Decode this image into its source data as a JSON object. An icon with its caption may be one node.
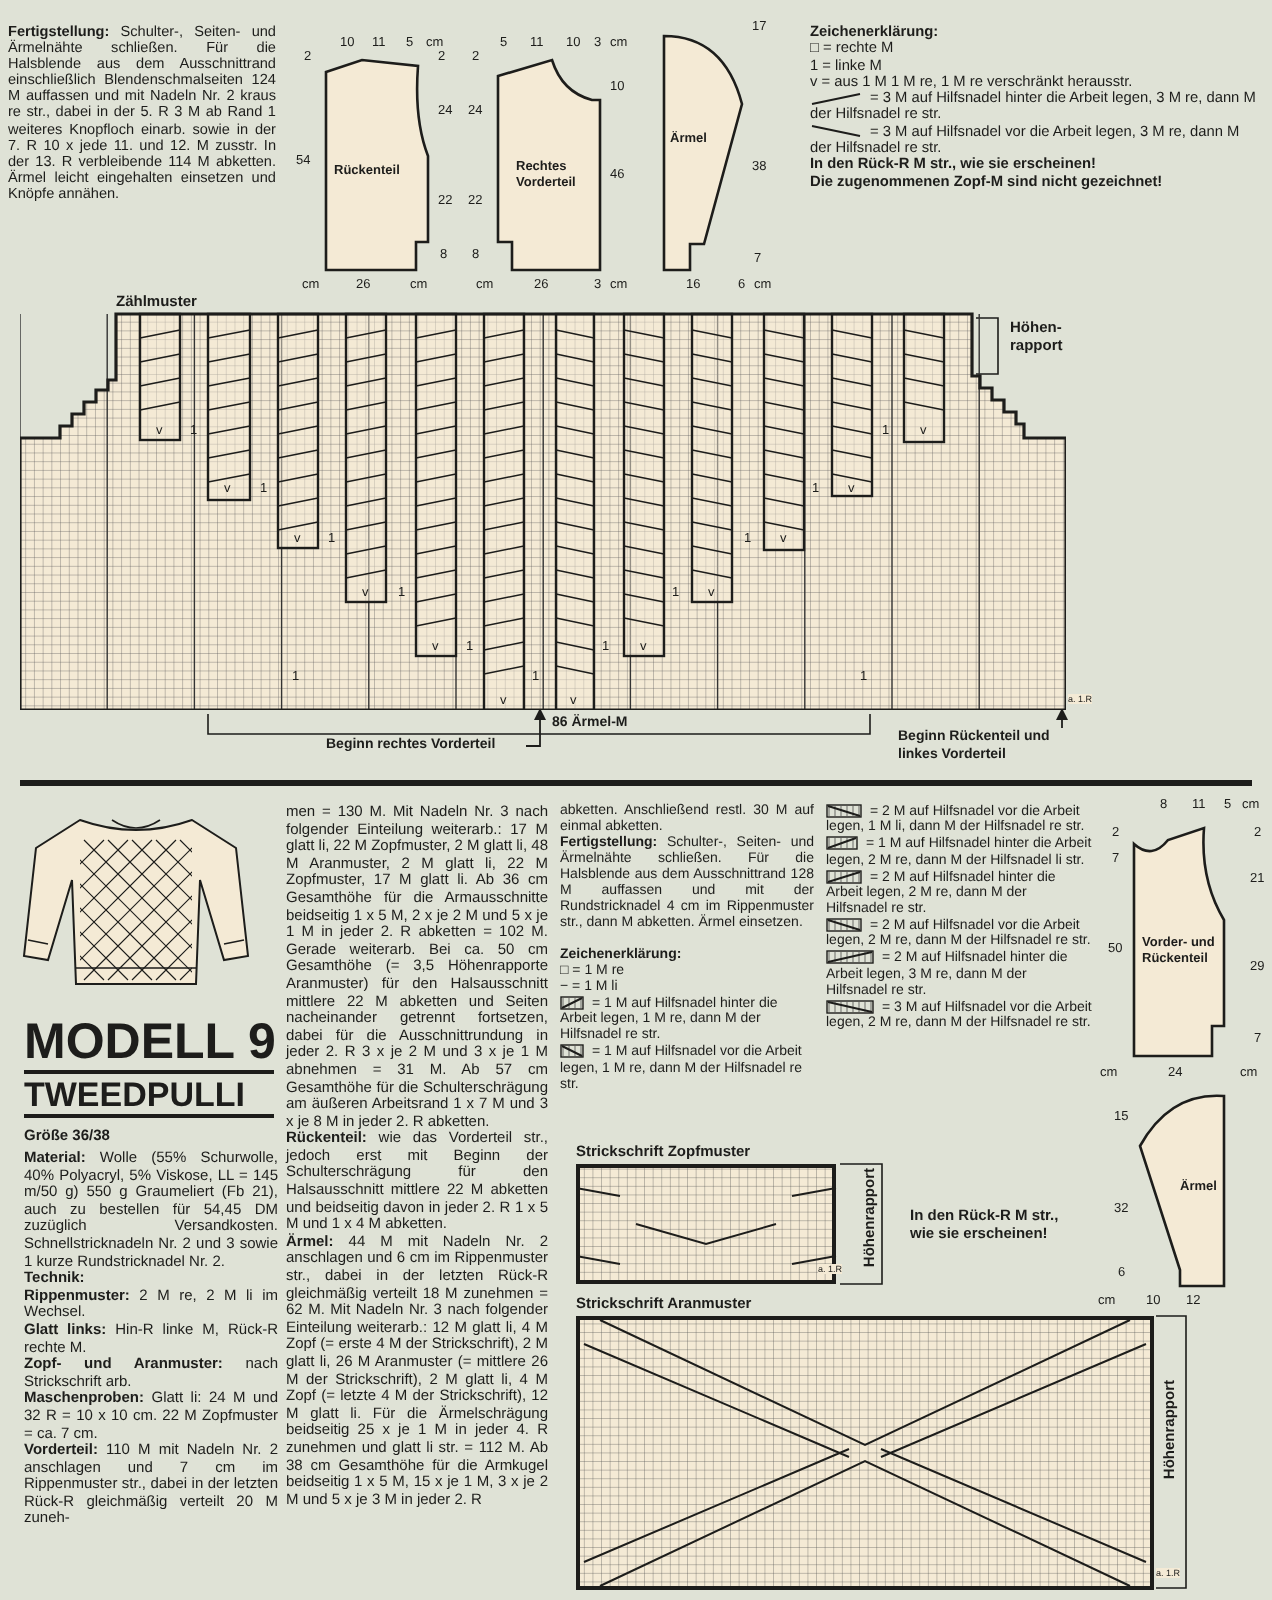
{
  "diagram": {
    "title": "MODELL 9",
    "nodes": [
      {
        "text": [
          "Rückenteil"
        ]
      },
      {
        "text": [
          "Rechtes Vorderteil"
        ]
      },
      {
        "text": [
          "Ärmel"
        ]
      },
      {
        "text": [
          "Zählmuster"
        ]
      },
      {
        "text": [
          "Beginn rechtes Vorderteil"
        ]
      },
      {
        "text": [
          "Beginn Rückenteil und linkes Vorderteil"
        ]
      },
      {
        "text": [
          "Strickschrift Zopfmuster"
        ]
      },
      {
        "text": [
          "Strickschrift Aranmuster"
        ]
      },
      {
        "text": [
          "Vorder- und Rückenteil"
        ]
      },
      {
        "text": [
          "Ärmel"
        ]
      }
    ],
    "edges": [
      {
        "from": 4,
        "to": 3,
        "arrow": "to"
      },
      {
        "from": 5,
        "to": 3,
        "arrow": "to"
      }
    ],
    "labels": [
      "**Fertigstellung:** Schulter-, Seiten- und Ärmelnähte schließen. Für die Halsblende aus dem Ausschnittrand einschließlich Blendenschmalseiten 124 M auffassen und mit Nadeln Nr. 2 kraus re str., dabei in der 5. R 3 M ab Rand 1 weiteres Knopfloch einarb. sowie in der 7. R 10 x jede 11. und 12. M zusstr. In der 13. R verbleibende 114 M abketten. Ärmel leicht eingehalten einsetzen und Knöpfe annähen.",
      "10",
      "11",
      "5",
      "cm",
      "2",
      "54",
      "2",
      "24",
      "22",
      "8",
      "cm",
      "26",
      "cm",
      "5",
      "11",
      "10",
      "3",
      "cm",
      "2",
      "24",
      "22",
      "8",
      "10",
      "46",
      "cm",
      "26",
      "3",
      "cm",
      "17",
      "38",
      "7",
      "16",
      "6",
      "cm",
      "Zeichenerklärung:",
      "In den Rück-R M str., wie sie erscheinen!",
      "Die zugenommenen Zopf-M sind nicht gezeichnet!",
      "Höhen- rapport",
      "v",
      "1",
      "1",
      "v",
      "v",
      "1",
      "1",
      "v",
      "v",
      "1",
      "1",
      "v",
      "v",
      "1",
      "1",
      "v",
      "v",
      "1",
      "1",
      "v",
      "1",
      "1",
      "1",
      "v",
      "v",
      "a. 1.R",
      "86 Ärmel-M",
      "TWEEDPULLI",
      "Größe 36/38",
      "**Material:** Wolle (55% Schurwolle, 40% Polyacryl, 5% Viskose, LL = 145 m/50 g) 550 g Graumeliert (Fb 21), auch zu bestellen für 54,45 DM zuzüglich Versandkosten. Schnellstricknadeln Nr. 2 und 3 sowie 1 kurze Rundstricknadel Nr. 2.",
      "Technik:",
      "**Rippenmuster:** 2 M re, 2 M li im Wechsel.",
      "**Glatt links:** Hin-R linke M, Rück-R rechte M.",
      "**Zopf- und Aranmuster:** nach Strickschrift arb.",
      "**Maschenproben:** Glatt li: 24 M und 32 R = 10 x 10 cm. 22 M Zopfmuster = ca. 7 cm.",
      "**Vorderteil:** 110 M mit Nadeln Nr. 2 anschlagen und 7 cm im Rippenmuster str., dabei in der letzten Rück-R gleichmäßig verteilt 20 M zuneh-",
      "men = 130 M. Mit Nadeln Nr. 3 nach folgender Einteilung weiterarb.: 17 M glatt li, 22 M Zopfmuster, 2 M glatt li, 48 M Aranmuster, 2 M glatt li, 22 M Zopfmuster, 17 M glatt li. Ab 36 cm Gesamthöhe für die Armausschnitte beidseitig 1 x 5 M, 2 x je 2 M und 5 x je 1 M in jeder 2. R abketten = 102 M. Gerade weiterarb. Bei ca. 50 cm Gesamthöhe (= 3,5 Höhenrapporte Aranmuster) für den Halsausschnitt mittlere 22 M abketten und Seiten nacheinander getrennt fortsetzen, dabei für die Ausschnittrundung in jeder 2. R 3 x je 2 M und 3 x je 1 M abnehmen = 31 M. Ab 57 cm Gesamthöhe für die Schulterschrägung am äußeren Arbeitsrand 1 x 7 M und 3 x je 8 M in jeder 2. R abketten.",
      "**Rückenteil:** wie das Vorderteil str., jedoch erst mit Beginn der Schulterschrägung für den Halsausschnitt mittlere 22 M abketten und beidseitig davon in jeder 2. R 1 x 5 M und 1 x 4 M abketten.",
      "**Ärmel:** 44 M mit Nadeln Nr. 2 anschlagen und 6 cm im Rippenmuster str., dabei in der letzten Rück-R gleichmäßig verteilt 18 M zunehmen = 62 M. Mit Nadeln Nr. 3 nach folgender Einteilung weiterarb.: 12 M glatt li, 4 M Zopf (= erste 4 M der Strickschrift), 2 M glatt li, 26 M Aranmuster (= mittlere 26 M der Strickschrift), 2 M glatt li, 4 M Zopf (= letzte 4 M der Strickschrift), 12 M glatt li. Für die Ärmelschrägung beidseitig 25 x je 1 M in jeder 4. R zunehmen und glatt li str. = 112 M. Ab 38 cm Gesamthöhe für die Armkugel beidseitig 1 x 5 M, 15 x je 1 M, 3 x je 2 M und 5 x je 3 M in jeder 2. R",
      "abketten. Anschließend restl. 30 M auf einmal abketten.",
      "**Fertigstellung:** Schulter-, Seiten- und Ärmelnähte schließen. Für die Halsblende aus dem Ausschnittrand 128 M auffassen und mit der Rundstricknadel 4 cm im Rippenmuster str., dann M abketten. Ärmel einsetzen.",
      "Zeichenerklärung:",
      "Höhenrapport",
      "a. 1.R",
      "Höhenrapport",
      "a. 1.R",
      "In den Rück-R M str., wie sie erscheinen!",
      "8",
      "11",
      "5",
      "cm",
      "2",
      "7",
      "50",
      "2",
      "21",
      "29",
      "7",
      "cm",
      "24",
      "cm",
      "15",
      "32",
      "6",
      "cm",
      "10",
      "12"
    ],
    "legend": [
      {
        "text": "□ = rechte M"
      },
      {
        "text": "1 = linke M"
      },
      {
        "text": "v = aus 1 M 1 M re, 1 M re verschränkt herausstr."
      },
      {
        "text": "= 3 M auf Hilfsnadel hinter die Arbeit legen, 3 M re, dann M der Hilfsnadel re str."
      },
      {
        "text": "= 3 M auf Hilfsnadel vor die Arbeit legen, 3 M re, dann M der Hilfsnadel re str."
      },
      {
        "text": "□ = 1 M re"
      },
      {
        "text": "− = 1 M li"
      },
      {
        "text": "= 1 M auf Hilfsnadel hinter die Arbeit legen, 1 M re, dann M der Hilfsnadel re str."
      },
      {
        "text": "= 1 M auf Hilfsnadel vor die Arbeit legen, 1 M re, dann M der Hilfsnadel re str."
      },
      {
        "text": "= 2 M auf Hilfsnadel vor die Arbeit legen, 1 M li, dann M der Hilfsnadel re str."
      },
      {
        "text": "= 1 M auf Hilfsnadel hinter die Arbeit legen, 2 M re, dann M der Hilfsnadel li str."
      },
      {
        "text": "= 2 M auf Hilfsnadel hinter die Arbeit legen, 2 M re, dann M der Hilfsnadel re str."
      },
      {
        "text": "= 2 M auf Hilfsnadel vor die Arbeit legen, 2 M re, dann M der Hilfsnadel re str."
      },
      {
        "text": "= 2 M auf Hilfsnadel hinter die Arbeit legen, 3 M re, dann M der Hilfsnadel re str."
      },
      {
        "text": "= 3 M auf Hilfsnadel vor die Arbeit legen, 2 M re, dann M der Hilfsnadel re str."
      }
    ]
  }
}
